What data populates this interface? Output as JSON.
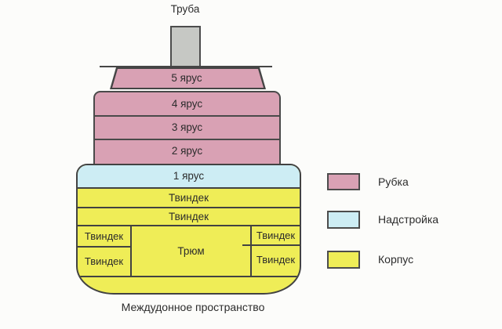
{
  "colors": {
    "rubka": "#d9a1b4",
    "nadstroyka": "#cdedf4",
    "korpus": "#efed57",
    "funnel": "#c6c8c4",
    "line": "#454545"
  },
  "ship": {
    "funnel_label": "Труба",
    "decks": {
      "tier5": "5 ярус",
      "tier4": "4 ярус",
      "tier3": "3 ярус",
      "tier2": "2 ярус",
      "tier1": "1 ярус"
    },
    "tweendeck_rows": [
      "Твиндек",
      "Твиндек"
    ],
    "hold_section": {
      "left_top": "Твиндек",
      "left_bottom": "Твиндек",
      "center": "Трюм",
      "right_top": "Твиндек",
      "right_bottom": "Твиндек"
    },
    "bottom_caption": "Междудонное пространство"
  },
  "legend": {
    "items": [
      {
        "label": "Рубка",
        "color": "#d9a1b4"
      },
      {
        "label": "Надстройка",
        "color": "#cdedf4"
      },
      {
        "label": "Корпус",
        "color": "#efed57"
      }
    ]
  }
}
